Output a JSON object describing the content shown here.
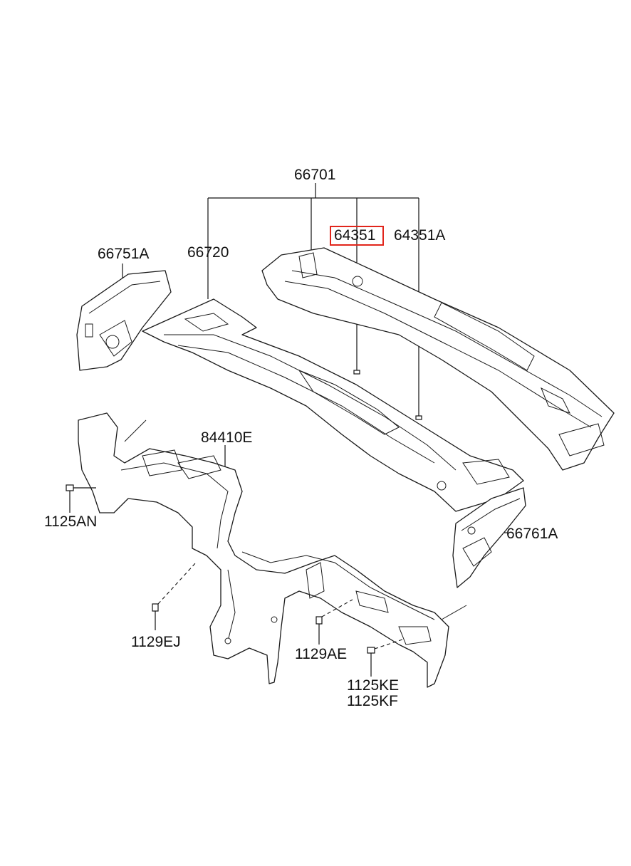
{
  "labels": {
    "p66701": "66701",
    "p66720": "66720",
    "p64351": "64351",
    "p64351A": "64351A",
    "p66751A": "66751A",
    "p84410E": "84410E",
    "p1125AN": "1125AN",
    "p66761A": "66761A",
    "p1129EJ": "1129EJ",
    "p1129AE": "1129AE",
    "p1125KE": "1125KE",
    "p1125KF": "1125KF"
  },
  "highlight": {
    "label": "64351",
    "color": "#e1251b"
  }
}
